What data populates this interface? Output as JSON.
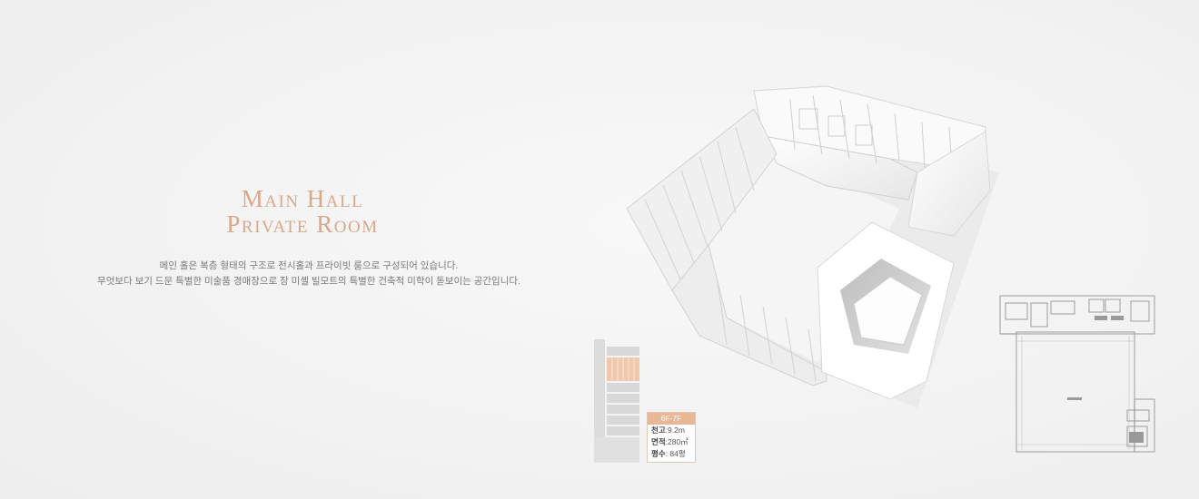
{
  "title": {
    "line1": "Main Hall",
    "line2": "Private Room"
  },
  "description": {
    "line1": "메인 홀은 복층 형태의 구조로 전시홀과 프라이빗 룸으로 구성되어 있습니다.",
    "line2": "무엇보다 보기 드문 특별한 미술품 경매장으로 장 미셸 빌모트의 특별한 건축적 미학이 돋보이는 공간입니다."
  },
  "spec": {
    "floor": "6F-7F",
    "height_label": "천고",
    "height_value": ":9.2m",
    "area_label": "면적",
    "area_value": ":280㎡",
    "pyeong_label": "평수",
    "pyeong_value": ": 84평"
  },
  "colors": {
    "accent": "#d9a88a",
    "spec_header": "#e8b796",
    "highlight_floor": "#f0c9ad"
  },
  "icons": {
    "building_stack": "building-floor-stack-icon",
    "model": "3d-floor-model",
    "floorplan": "floor-plan-drawing"
  }
}
